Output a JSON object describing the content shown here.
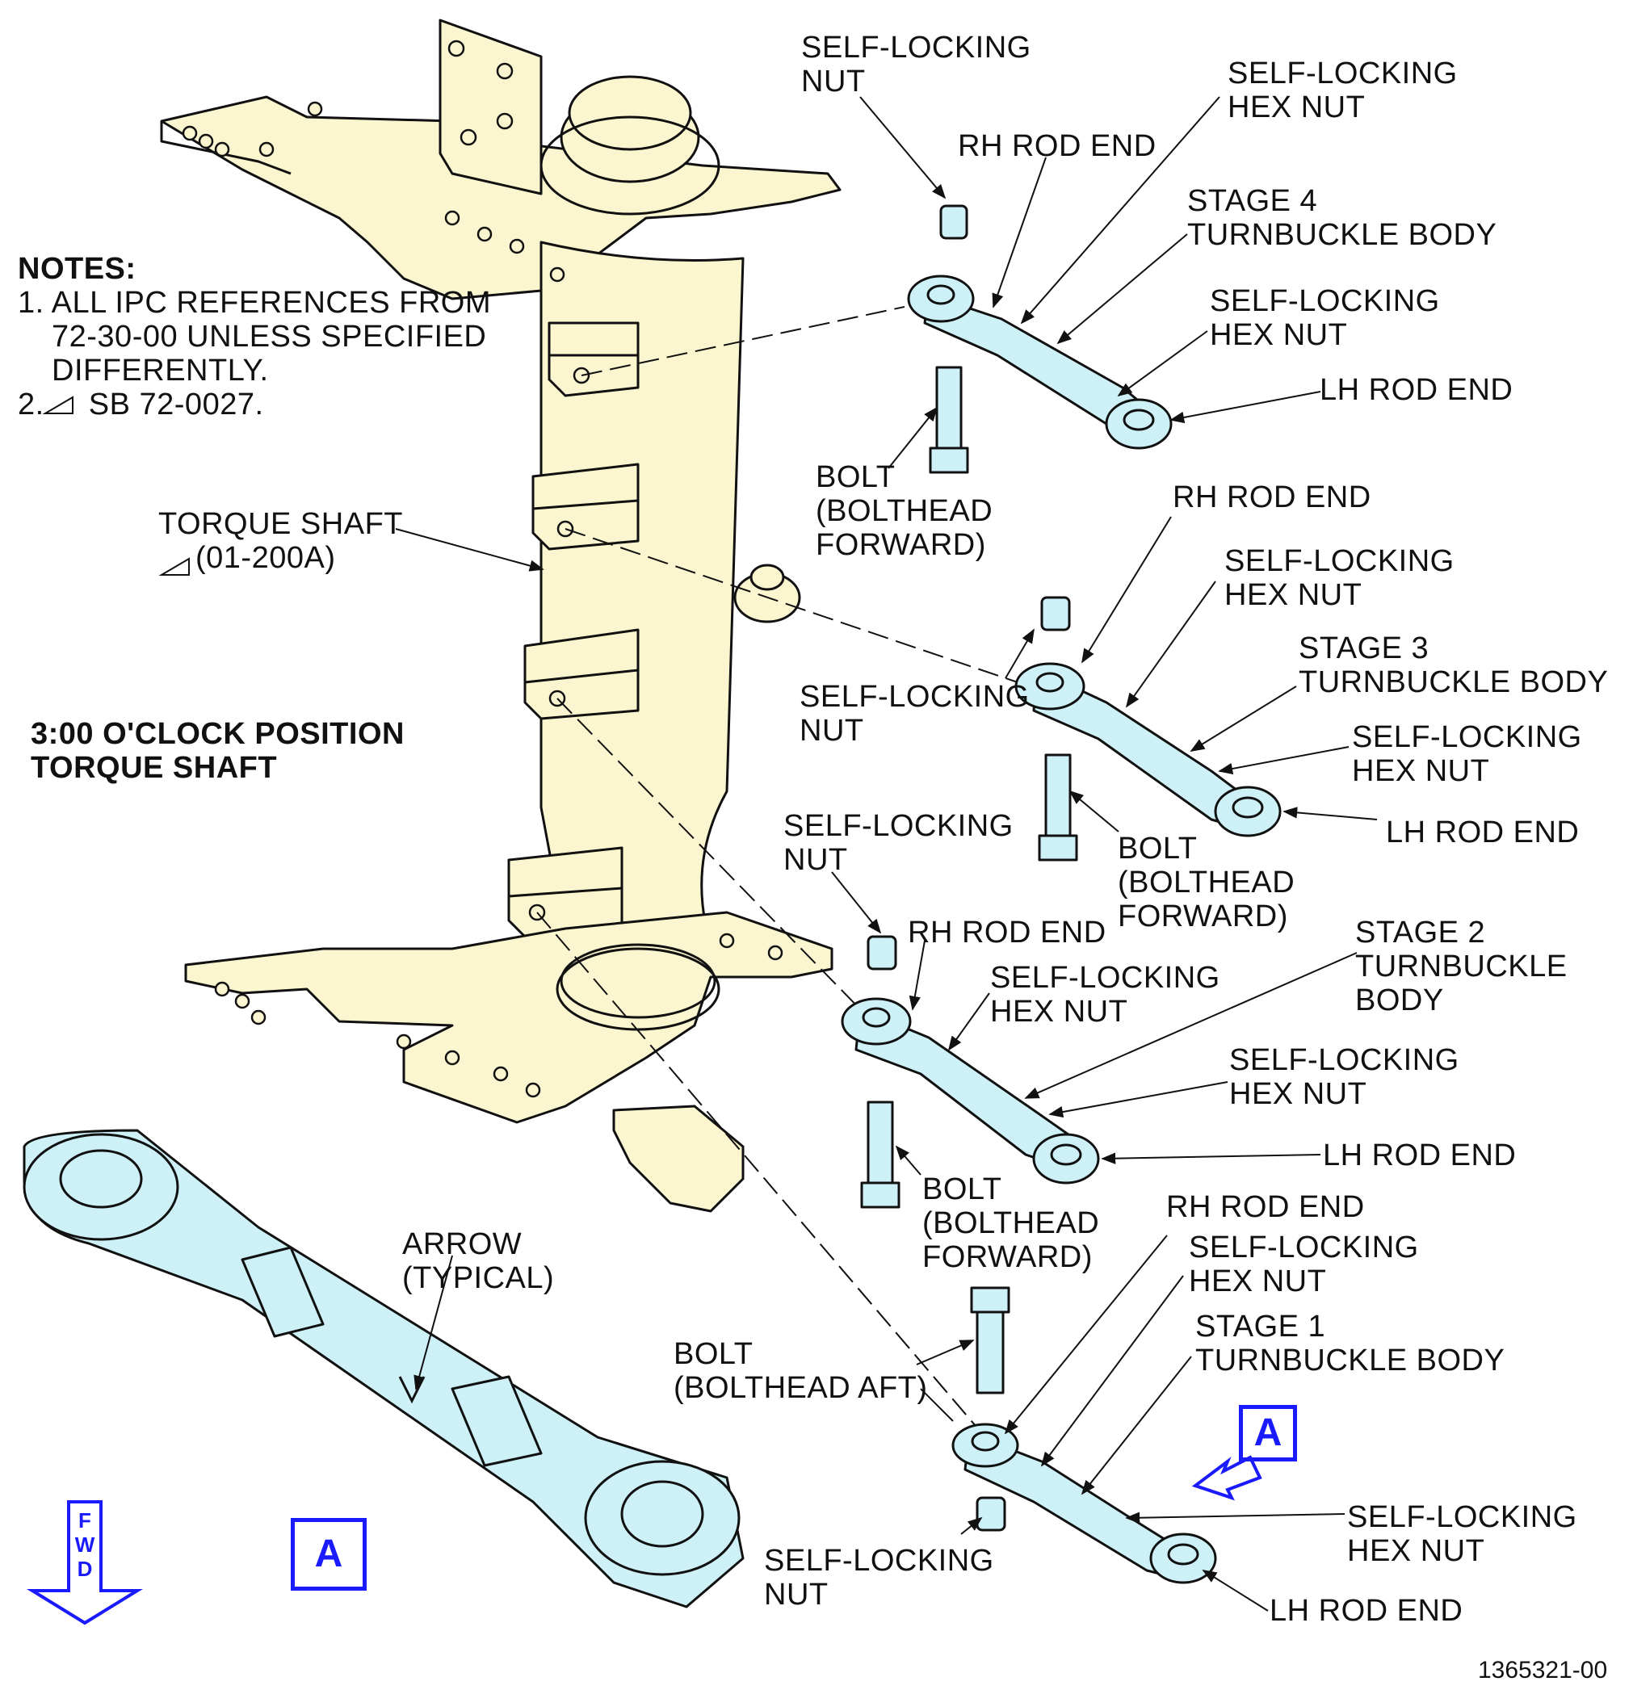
{
  "notes": {
    "title": "NOTES:",
    "items": [
      {
        "num": "1.",
        "lines": [
          "ALL IPC REFERENCES FROM",
          "72-30-00 UNLESS SPECIFIED",
          "DIFFERENTLY."
        ]
      },
      {
        "num": "2.",
        "lines": [
          "SB 72-0027."
        ]
      }
    ]
  },
  "view_title": [
    "3:00 O'CLOCK POSITION",
    "TORQUE SHAFT"
  ],
  "torque_shaft": [
    "TORQUE SHAFT",
    "(01-200A)"
  ],
  "stage4": {
    "nut": [
      "SELF-LOCKING",
      "NUT"
    ],
    "hex_nut_top": [
      "SELF-LOCKING",
      "HEX NUT"
    ],
    "rh_rod_end": "RH ROD END",
    "body": [
      "STAGE 4",
      "TURNBUCKLE BODY"
    ],
    "hex_nut_bottom": [
      "SELF-LOCKING",
      "HEX NUT"
    ],
    "lh_rod_end": "LH ROD END",
    "bolt": [
      "BOLT",
      "(BOLTHEAD",
      "FORWARD)"
    ]
  },
  "stage3": {
    "rh_rod_end": "RH ROD END",
    "hex_nut_top": [
      "SELF-LOCKING",
      "HEX NUT"
    ],
    "body": [
      "STAGE 3",
      "TURNBUCKLE BODY"
    ],
    "nut": [
      "SELF-LOCKING",
      "NUT"
    ],
    "hex_nut_bottom": [
      "SELF-LOCKING",
      "HEX NUT"
    ],
    "lh_rod_end": "LH ROD END",
    "bolt": [
      "BOLT",
      "(BOLTHEAD",
      "FORWARD)"
    ]
  },
  "stage2": {
    "nut": [
      "SELF-LOCKING",
      "NUT"
    ],
    "rh_rod_end": "RH ROD END",
    "hex_nut_top": [
      "SELF-LOCKING",
      "HEX NUT"
    ],
    "body": [
      "STAGE 2",
      "TURNBUCKLE",
      "BODY"
    ],
    "hex_nut_bottom": [
      "SELF-LOCKING",
      "HEX NUT"
    ],
    "lh_rod_end": "LH ROD END",
    "bolt": [
      "BOLT",
      "(BOLTHEAD",
      "FORWARD)"
    ]
  },
  "stage1": {
    "rh_rod_end": "RH ROD END",
    "hex_nut_top": [
      "SELF-LOCKING",
      "HEX NUT"
    ],
    "body": [
      "STAGE 1",
      "TURNBUCKLE BODY"
    ],
    "bolt": [
      "BOLT",
      "(BOLTHEAD AFT)"
    ],
    "hex_nut_bottom": [
      "SELF-LOCKING",
      "HEX NUT"
    ],
    "nut": [
      "SELF-LOCKING",
      "NUT"
    ],
    "lh_rod_end": "LH ROD END"
  },
  "detail": {
    "arrow_label": [
      "ARROW",
      "(TYPICAL)"
    ],
    "callout": "A"
  },
  "view_callout": "A",
  "fwd": [
    "F",
    "W",
    "D"
  ],
  "figure_number": "1365321-00",
  "colors": {
    "shaft_fill": "#fbf6cf",
    "rod_fill": "#cdf1f7",
    "callout_blue": "#1a1aff",
    "line": "#111111"
  }
}
